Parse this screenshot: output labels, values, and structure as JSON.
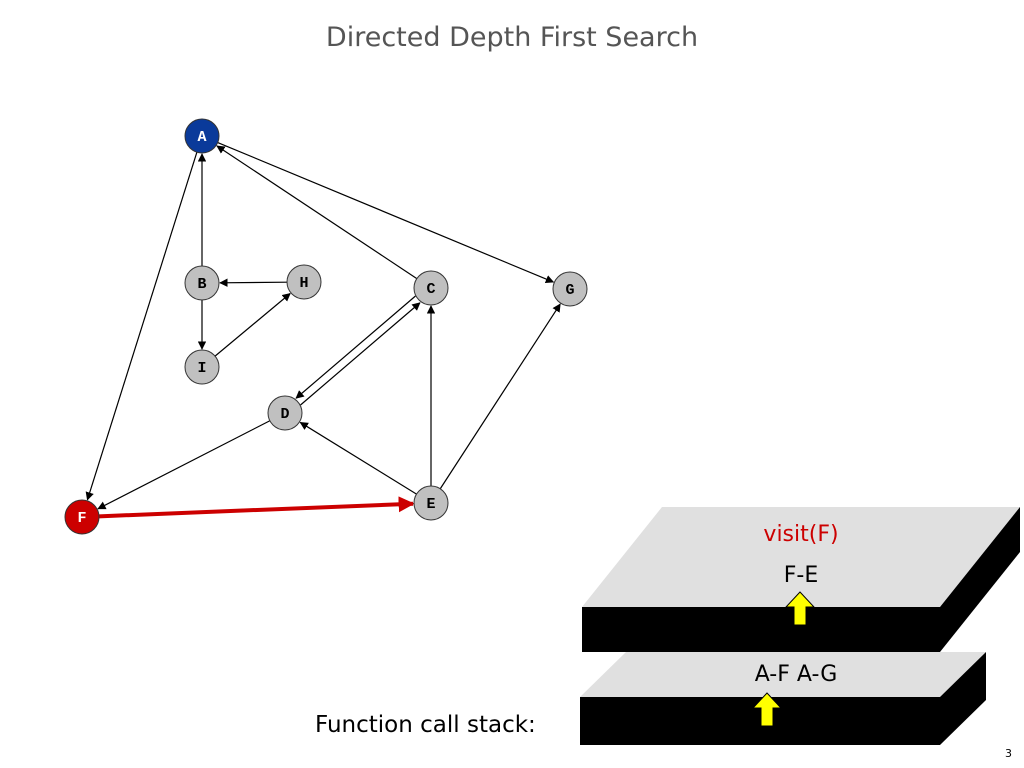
{
  "title": "Directed Depth First Search",
  "stack_label": "Function call stack:",
  "page_number": "3",
  "colors": {
    "node_default": "#c0c0c0",
    "node_visited": "#0a3a9a",
    "node_current": "#cc0000",
    "edge_default": "#000000",
    "edge_active": "#cc0000",
    "frame_top": "#e0e0e0",
    "frame_side": "#000000",
    "frame_call_text": "#cc0000",
    "arrow_marker": "#ffff00"
  },
  "nodes": [
    {
      "id": "A",
      "label": "A",
      "state": "visited"
    },
    {
      "id": "B",
      "label": "B",
      "state": "default"
    },
    {
      "id": "H",
      "label": "H",
      "state": "default"
    },
    {
      "id": "C",
      "label": "C",
      "state": "default"
    },
    {
      "id": "G",
      "label": "G",
      "state": "default"
    },
    {
      "id": "I",
      "label": "I",
      "state": "default"
    },
    {
      "id": "D",
      "label": "D",
      "state": "default"
    },
    {
      "id": "E",
      "label": "E",
      "state": "default"
    },
    {
      "id": "F",
      "label": "F",
      "state": "current"
    }
  ],
  "edges": [
    {
      "from": "A",
      "to": "F"
    },
    {
      "from": "A",
      "to": "G"
    },
    {
      "from": "B",
      "to": "A"
    },
    {
      "from": "B",
      "to": "I"
    },
    {
      "from": "H",
      "to": "B"
    },
    {
      "from": "I",
      "to": "H"
    },
    {
      "from": "C",
      "to": "A"
    },
    {
      "from": "C",
      "to": "D"
    },
    {
      "from": "D",
      "to": "C"
    },
    {
      "from": "D",
      "to": "F"
    },
    {
      "from": "E",
      "to": "D"
    },
    {
      "from": "E",
      "to": "C"
    },
    {
      "from": "E",
      "to": "G"
    },
    {
      "from": "F",
      "to": "E",
      "active": true
    }
  ],
  "stack_frames": [
    {
      "call": "visit(F)",
      "edges_text": "F-E"
    },
    {
      "call": "",
      "edges_text": "A-F  A-G"
    }
  ]
}
